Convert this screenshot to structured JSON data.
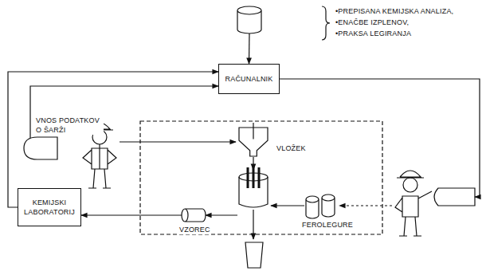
{
  "diagram": {
    "nodes": [
      {
        "text": [
          "•PREPISANA KEMIJSKA ANALIZA,",
          "•ENAČBE IZPLENOV,",
          "•PRAKSA LEGIRANJA"
        ]
      },
      {
        "text": [
          "RAČUNALNIK"
        ]
      },
      {
        "text": [
          "VNOS PODATKOV O ŠARŽI"
        ]
      },
      {
        "text": [
          "KEMIJSKI LABORATORIJ"
        ]
      },
      {
        "text": [
          "VLOŽEK"
        ]
      },
      {
        "text": [
          "VZOREC"
        ]
      },
      {
        "text": [
          "FEROLEGURE"
        ]
      }
    ],
    "edges": [
      {
        "from": 0,
        "to": 1,
        "arrow": "to"
      },
      {
        "from": 2,
        "to": 1,
        "arrow": "to"
      },
      {
        "from": 3,
        "to": 1,
        "arrow": "to"
      },
      {
        "from": 5,
        "to": 3,
        "arrow": "to"
      }
    ]
  }
}
